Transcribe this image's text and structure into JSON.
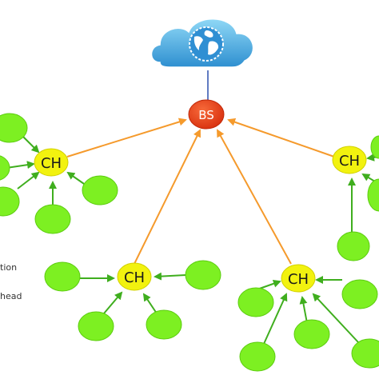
{
  "colors": {
    "node_fill": "#7df022",
    "node_stroke": "#5ccc10",
    "ch_fill": "#f2f20f",
    "ch_stroke": "#d0d000",
    "bs_fill": "#e8401c",
    "bs_stroke": "#c02808",
    "bs_text": "#ffffff",
    "arrow_orange": "#f59a2c",
    "arrow_green": "#3fae1e",
    "cloud_light": "#7fd0f4",
    "cloud_dark": "#2e8fd0",
    "uplink": "#2a4fae"
  },
  "icons": {
    "cloud": "cloud-icon",
    "globe": "globe-icon"
  },
  "labels": {
    "bs": "BS",
    "ch_1": "CH",
    "ch_2": "CH",
    "ch_3": "CH",
    "ch_4": "CH",
    "legend_1": "tion",
    "legend_2": "head"
  }
}
